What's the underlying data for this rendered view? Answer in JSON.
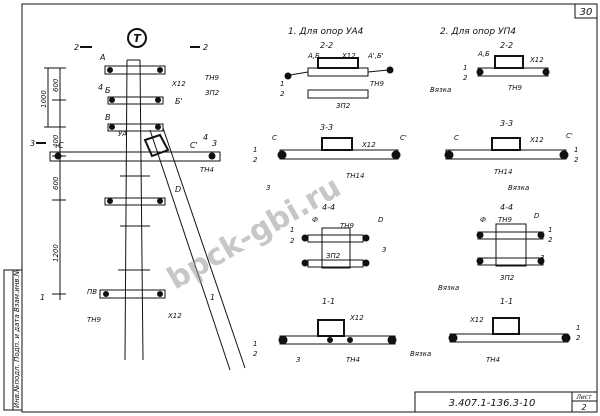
{
  "sheet": {
    "number": "30",
    "code": "3.407.1-136.3-10",
    "sheet_label": "Лист",
    "sheet_no": "2",
    "side_stamp": "Инв.№подл. Подп. и дата Взам.инв.№"
  },
  "watermark": "bpck-gbi.ru",
  "section_titles": {
    "uda": "1. Для опор УА4",
    "upa": "2. Для опор УП4"
  },
  "elevation": {
    "t_symbol": "Т",
    "labels": [
      "А",
      "Б",
      "В",
      "С",
      "С'",
      "D",
      "ТН9",
      "ЗП2",
      "Х12",
      "Б'",
      "УА",
      "ТН4",
      "ПВ",
      "ТН9",
      "Х12"
    ],
    "cut_marks": [
      "2",
      "2",
      "3",
      "3",
      "4",
      "4",
      "1",
      "1"
    ],
    "dims": [
      "1000",
      "600",
      "400",
      "600",
      "1200"
    ]
  },
  "uda_views": {
    "v22": {
      "title": "2-2",
      "labels": [
        "А,Б",
        "Х12",
        "А',Б'",
        "1",
        "2",
        "ТН9",
        "ЗП2"
      ]
    },
    "v33": {
      "title": "3-3",
      "labels": [
        "С",
        "Х12",
        "С'",
        "1",
        "2",
        "3",
        "ТН14"
      ]
    },
    "v44": {
      "title": "4-4",
      "labels": [
        "Ф",
        "ТН9",
        "D",
        "1",
        "2",
        "3",
        "ЗП2"
      ]
    },
    "v11": {
      "title": "1-1",
      "labels": [
        "Х12",
        "1",
        "2",
        "3",
        "ТН4"
      ]
    }
  },
  "upa_views": {
    "v22": {
      "title": "2-2",
      "labels": [
        "А,Б",
        "Х12",
        "1",
        "2",
        "ТН9",
        "Вязка"
      ]
    },
    "v33": {
      "title": "3-3",
      "labels": [
        "С",
        "Х12",
        "С'",
        "1",
        "2",
        "ТН14",
        "Вязка"
      ]
    },
    "v44": {
      "title": "4-4",
      "labels": [
        "Ф",
        "ТН9",
        "D",
        "1",
        "2",
        "3",
        "ЗП2",
        "Вязка"
      ]
    },
    "v11": {
      "title": "1-1",
      "labels": [
        "Х12",
        "1",
        "2",
        "ТН4",
        "Вязка"
      ]
    }
  }
}
